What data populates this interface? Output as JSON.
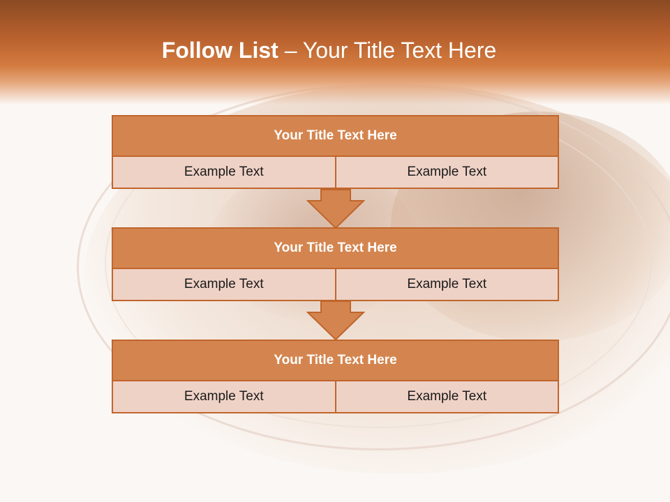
{
  "slide": {
    "title_bold": "Follow List",
    "title_rest": " – Your Title Text Here"
  },
  "stages": [
    {
      "title": "Your Title Text Here",
      "left": "Example Text",
      "right": "Example Text"
    },
    {
      "title": "Your Title Text Here",
      "left": "Example Text",
      "right": "Example Text"
    },
    {
      "title": "Your Title Text Here",
      "left": "Example Text",
      "right": "Example Text"
    }
  ],
  "colors": {
    "header_dark": "#8a4a22",
    "header_orange": "#d27a3e",
    "stage_header": "#d4854f",
    "stage_border": "#c0652c",
    "stage_cell": "#efd2c6"
  }
}
